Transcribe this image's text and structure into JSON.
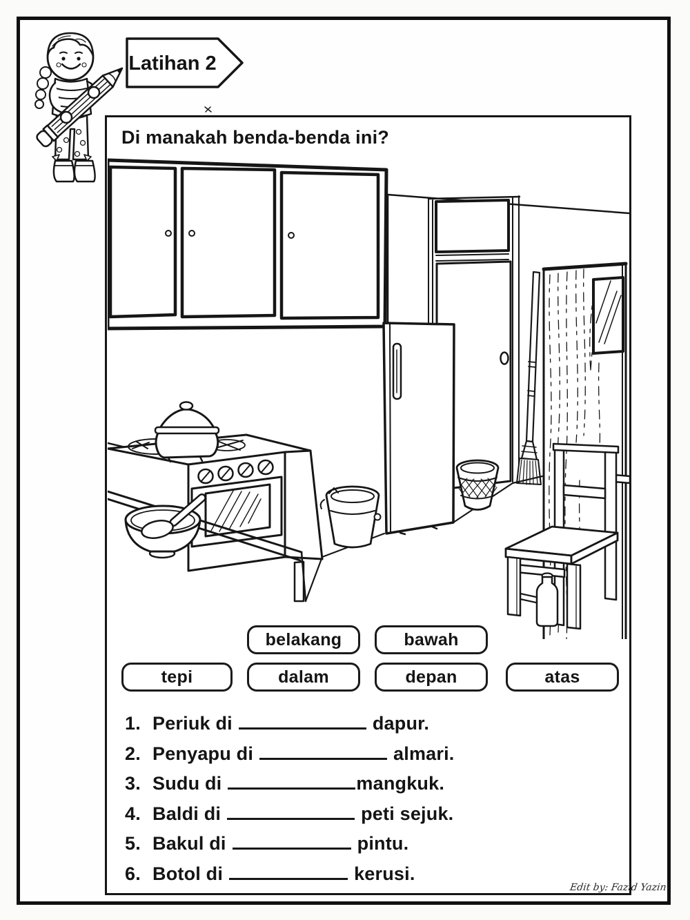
{
  "banner": {
    "label": "Latihan 2"
  },
  "question": {
    "text": "Di manakah benda-benda ini?"
  },
  "word_bank": {
    "items": [
      {
        "label": "belakang"
      },
      {
        "label": "bawah"
      },
      {
        "label": "tepi"
      },
      {
        "label": "dalam"
      },
      {
        "label": "depan"
      },
      {
        "label": "atas"
      }
    ]
  },
  "sentences": [
    {
      "num": "1.",
      "before": "Periuk di",
      "after": "dapur."
    },
    {
      "num": "2.",
      "before": "Penyapu di",
      "after": "almari."
    },
    {
      "num": "3.",
      "before": "Sudu di",
      "after": "mangkuk."
    },
    {
      "num": "4.",
      "before": "Baldi di",
      "after": "peti sejuk."
    },
    {
      "num": "5.",
      "before": "Bakul di",
      "after": "pintu."
    },
    {
      "num": "6.",
      "before": "Botol di",
      "after": "kerusi."
    }
  ],
  "credit": {
    "text": "Edit by: Fazid Yazin"
  },
  "scene": {
    "objects": [
      "almari dapur (kitchen cabinet)",
      "periuk (pot)",
      "dapur (stove)",
      "mangkuk (bowl)",
      "sudu (spoon)",
      "baldi (bucket)",
      "peti sejuk (refrigerator)",
      "bakul (basket)",
      "penyapu (broom)",
      "pintu (door)",
      "kerusi (chair)",
      "botol (bottle)"
    ]
  }
}
